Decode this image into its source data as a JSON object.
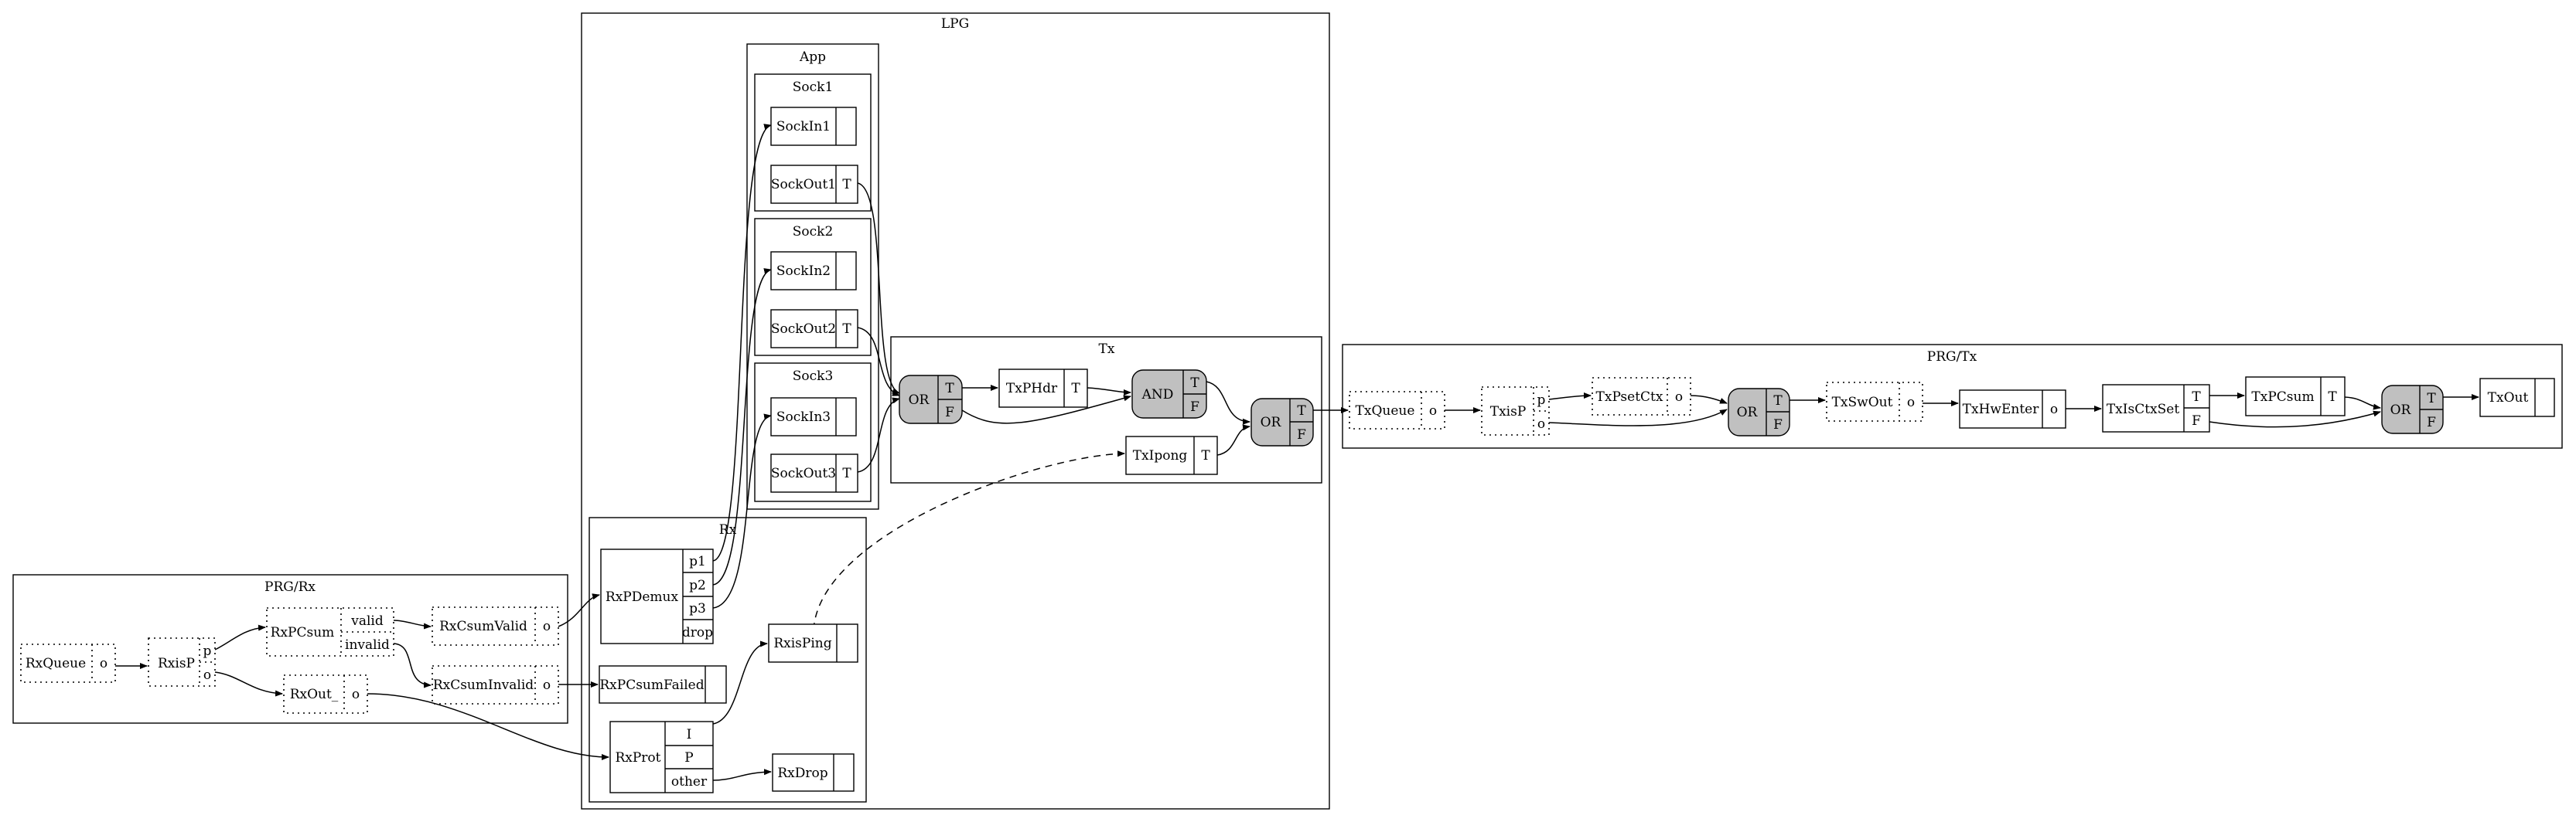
{
  "clusters": {
    "lpg": "LPG",
    "app": "App",
    "sock1": "Sock1",
    "sock2": "Sock2",
    "sock3": "Sock3",
    "tx": "Tx",
    "rx": "Rx",
    "prg_rx": "PRG/Rx",
    "prg_tx": "PRG/Tx"
  },
  "nodes": {
    "sockin1": "SockIn1",
    "sockout1": "SockOut1",
    "sockin2": "SockIn2",
    "sockout2": "SockOut2",
    "sockin3": "SockIn3",
    "sockout3": "SockOut3",
    "tx_or1": "OR",
    "txphdr": "TxPHdr",
    "tx_and": "AND",
    "txipong": "TxIpong",
    "tx_or2": "OR",
    "rxpdemux": "RxPDemux",
    "rxpcsumfailed": "RxPCsumFailed",
    "rxisping": "RxisPing",
    "rxprot": "RxProt",
    "rxdrop": "RxDrop",
    "rxqueue": "RxQueue",
    "rxisp": "RxisP",
    "rxpcsum": "RxPCsum",
    "rxcsumvalid": "RxCsumValid",
    "rxcsuminvalid": "RxCsumInvalid",
    "rxout": "RxOut_",
    "txqueue": "TxQueue",
    "txisp": "TxisP",
    "txpsetctx": "TxPsetCtx",
    "prgtx_or1": "OR",
    "txswout": "TxSwOut",
    "txhwenter": "TxHwEnter",
    "txisctxset": "TxIsCtxSet",
    "txpcsum": "TxPCsum",
    "prgtx_or2": "OR",
    "txout": "TxOut"
  },
  "ports": {
    "T": "T",
    "F": "F",
    "o": "o",
    "p": "p",
    "p1": "p1",
    "p2": "p2",
    "p3": "p3",
    "drop": "drop",
    "valid": "valid",
    "invalid": "invalid",
    "I": "I",
    "P": "P",
    "other": "other"
  }
}
